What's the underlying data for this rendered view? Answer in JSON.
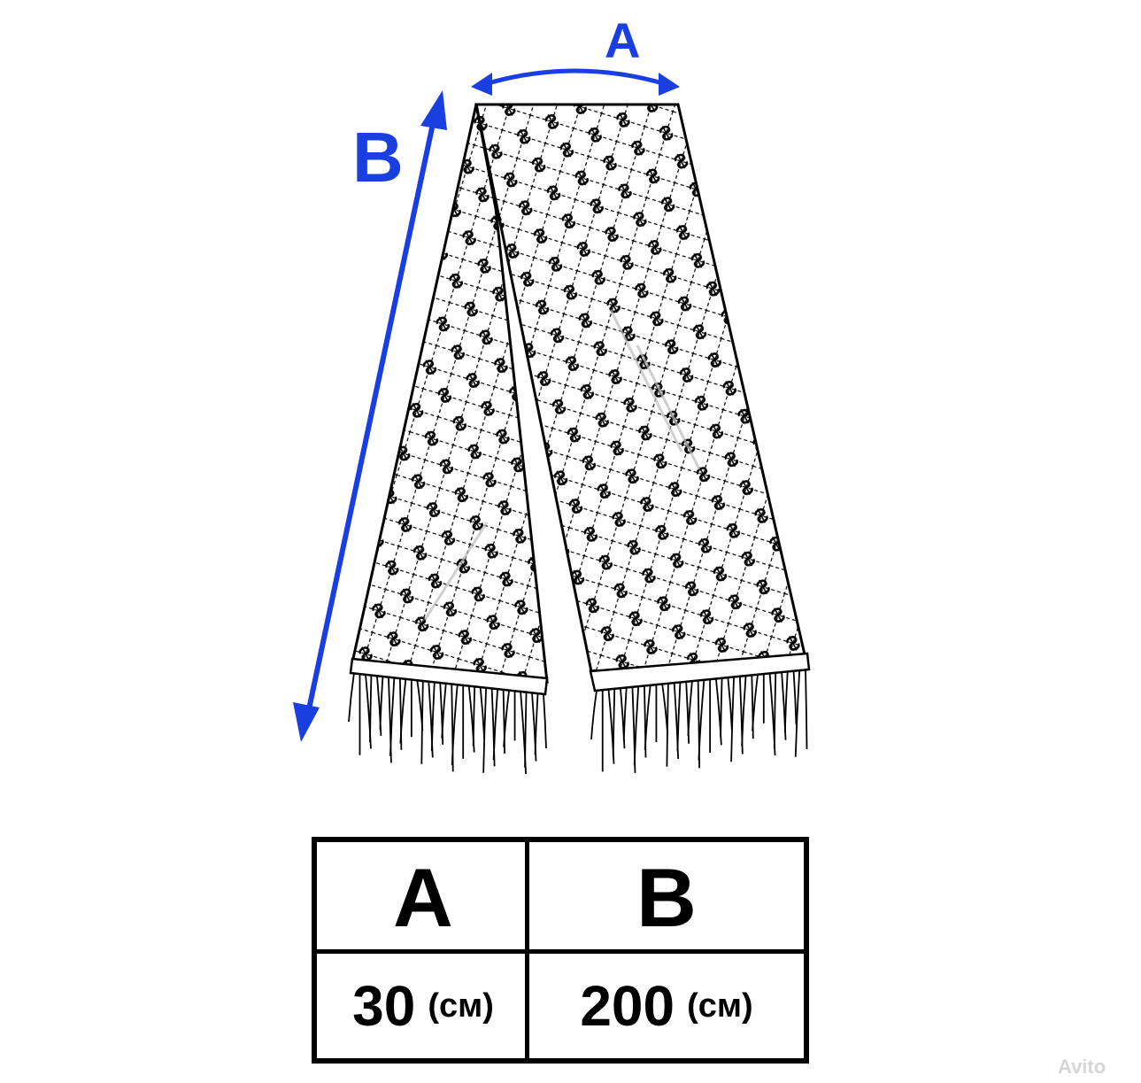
{
  "dimensions": {
    "width_label": "A",
    "length_label": "B"
  },
  "table": {
    "headers": [
      "A",
      "B"
    ],
    "values": [
      {
        "number": "30",
        "unit": "(см)"
      },
      {
        "number": "200",
        "unit": "(см)"
      }
    ]
  },
  "watermark": "Avito",
  "colors": {
    "arrow": "#1a3fe0",
    "outline": "#000000",
    "background": "#ffffff"
  },
  "icons": [
    "scarf-illustration",
    "arrow-a-icon",
    "arrow-b-icon"
  ]
}
